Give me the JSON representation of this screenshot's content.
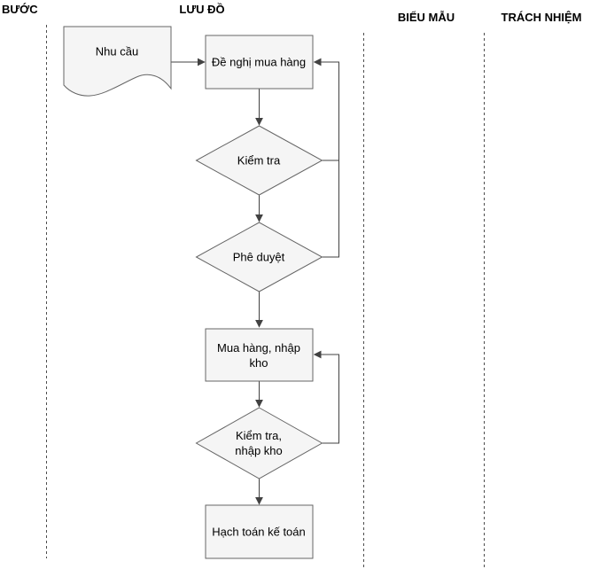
{
  "columns": [
    {
      "id": "buoc",
      "label": "BƯỚC"
    },
    {
      "id": "luu-do",
      "label": "LƯU ĐỒ"
    },
    {
      "id": "bieu-mau",
      "label": "BIỂU MẪU"
    },
    {
      "id": "trach-nhiem",
      "label": "TRÁCH NHIỆM"
    }
  ],
  "nodes": [
    {
      "id": "nhu-cau",
      "type": "document",
      "label": "Nhu cầu"
    },
    {
      "id": "de-nghi-mua-hang",
      "type": "process",
      "label": "Đề nghị mua hàng"
    },
    {
      "id": "kiem-tra",
      "type": "decision",
      "label": "Kiểm tra"
    },
    {
      "id": "phe-duyet",
      "type": "decision",
      "label": "Phê duyệt"
    },
    {
      "id": "mua-hang-nhap-kho",
      "type": "process",
      "label": "Mua hàng, nhập kho"
    },
    {
      "id": "kiem-tra-nhap-kho",
      "type": "decision",
      "label": "Kiểm tra, nhập kho"
    },
    {
      "id": "hach-toan-ke-toan",
      "type": "process",
      "label": "Hạch toán kế toán"
    }
  ],
  "colors": {
    "shape_fill": "#f5f5f5",
    "shape_stroke": "#666666",
    "edge": "#424242",
    "divider": "#4d4d4d",
    "text": "#000000"
  }
}
